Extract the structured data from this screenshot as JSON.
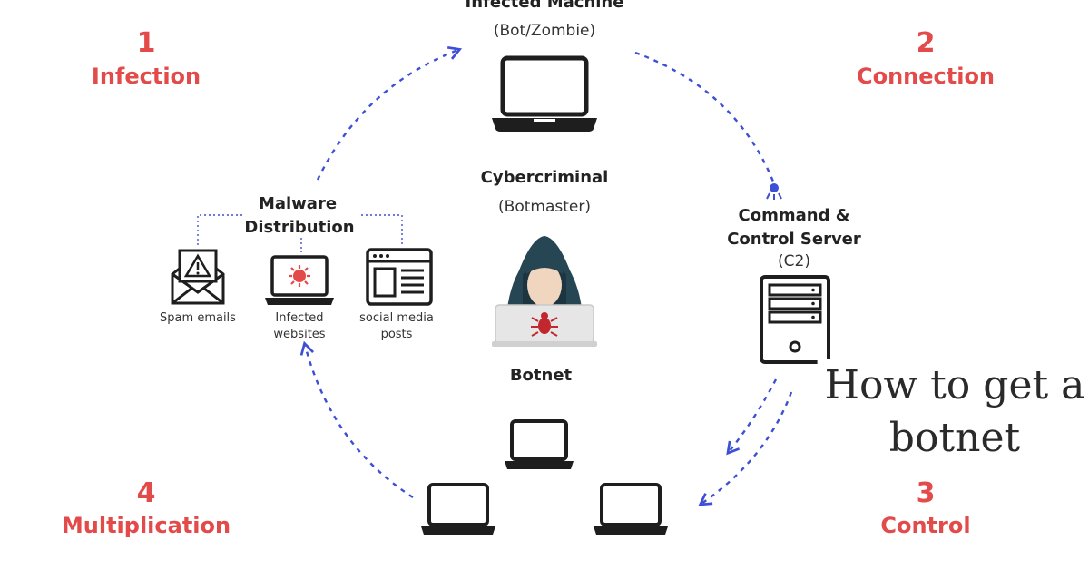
{
  "infected_machine": {
    "title": "Infected Machine",
    "subtitle": "(Bot/Zombie)"
  },
  "steps": [
    {
      "number": "1",
      "label": "Infection"
    },
    {
      "number": "2",
      "label": "Connection"
    },
    {
      "number": "3",
      "label": "Control"
    },
    {
      "number": "4",
      "label": "Multiplication"
    }
  ],
  "cybercriminal": {
    "title": "Cybercriminal",
    "subtitle": "(Botmaster)"
  },
  "botnet": {
    "label": "Botnet"
  },
  "c2": {
    "title_line1": "Command &",
    "title_line2": "Control Server",
    "subtitle": "(C2)"
  },
  "malware": {
    "title_line1": "Malware",
    "title_line2": "Distribution",
    "sources": [
      {
        "line1": "Spam emails",
        "line2": "",
        "icon": "envelope-warning-icon"
      },
      {
        "line1": "Infected",
        "line2": "websites",
        "icon": "laptop-virus-icon"
      },
      {
        "line1": "social media",
        "line2": "posts",
        "icon": "webpage-icon"
      }
    ]
  },
  "overlay_caption": {
    "line1": "How to get a",
    "line2": "botnet"
  },
  "colors": {
    "accent": "#e34a4a",
    "arrow": "#3d4fd6",
    "ink": "#1e1e1e"
  }
}
